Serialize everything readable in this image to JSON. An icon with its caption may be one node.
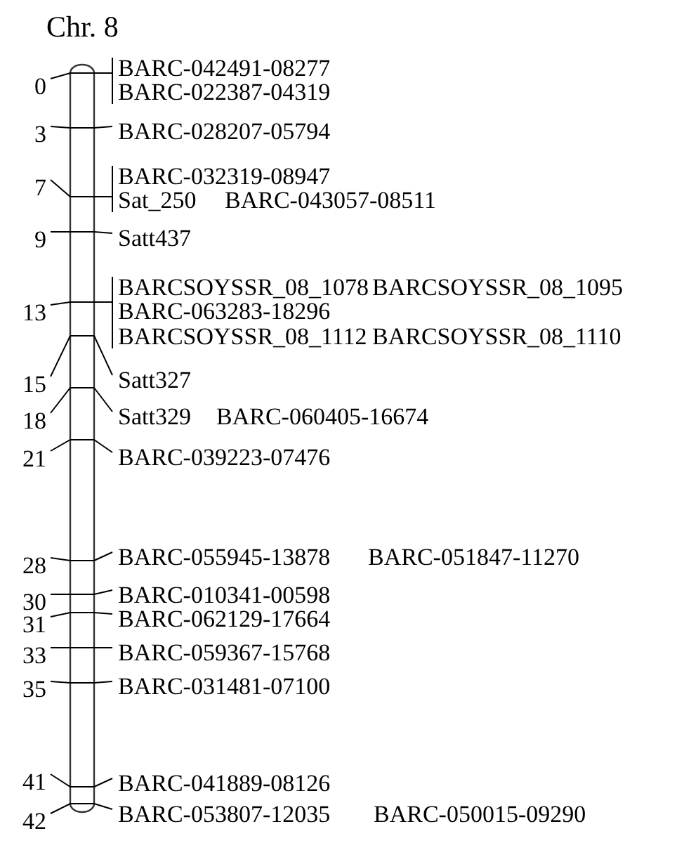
{
  "diagram": {
    "title": "Chr. 8",
    "labels": [
      "0",
      "BARC-042491-08277",
      "BARC-022387-04319",
      "3",
      "BARC-028207-05794",
      "7",
      "BARC-032319-08947",
      "Sat_250",
      "BARC-043057-08511",
      "9",
      "Satt437",
      "BARCSOYSSR_08_1078",
      "BARCSOYSSR_08_1095",
      "13",
      "BARC-063283-18296",
      "BARCSOYSSR_08_1112",
      "BARCSOYSSR_08_1110",
      "15",
      "Satt327",
      "18",
      "Satt329",
      "BARC-060405-16674",
      "21",
      "BARC-039223-07476",
      "28",
      "BARC-055945-13878",
      "BARC-051847-11270",
      "30",
      "BARC-010341-00598",
      "31",
      "BARC-062129-17664",
      "33",
      "BARC-059367-15768",
      "35",
      "BARC-031481-07100",
      "41",
      "BARC-041889-08126",
      "42",
      "BARC-053807-12035",
      "BARC-050015-09290"
    ]
  }
}
